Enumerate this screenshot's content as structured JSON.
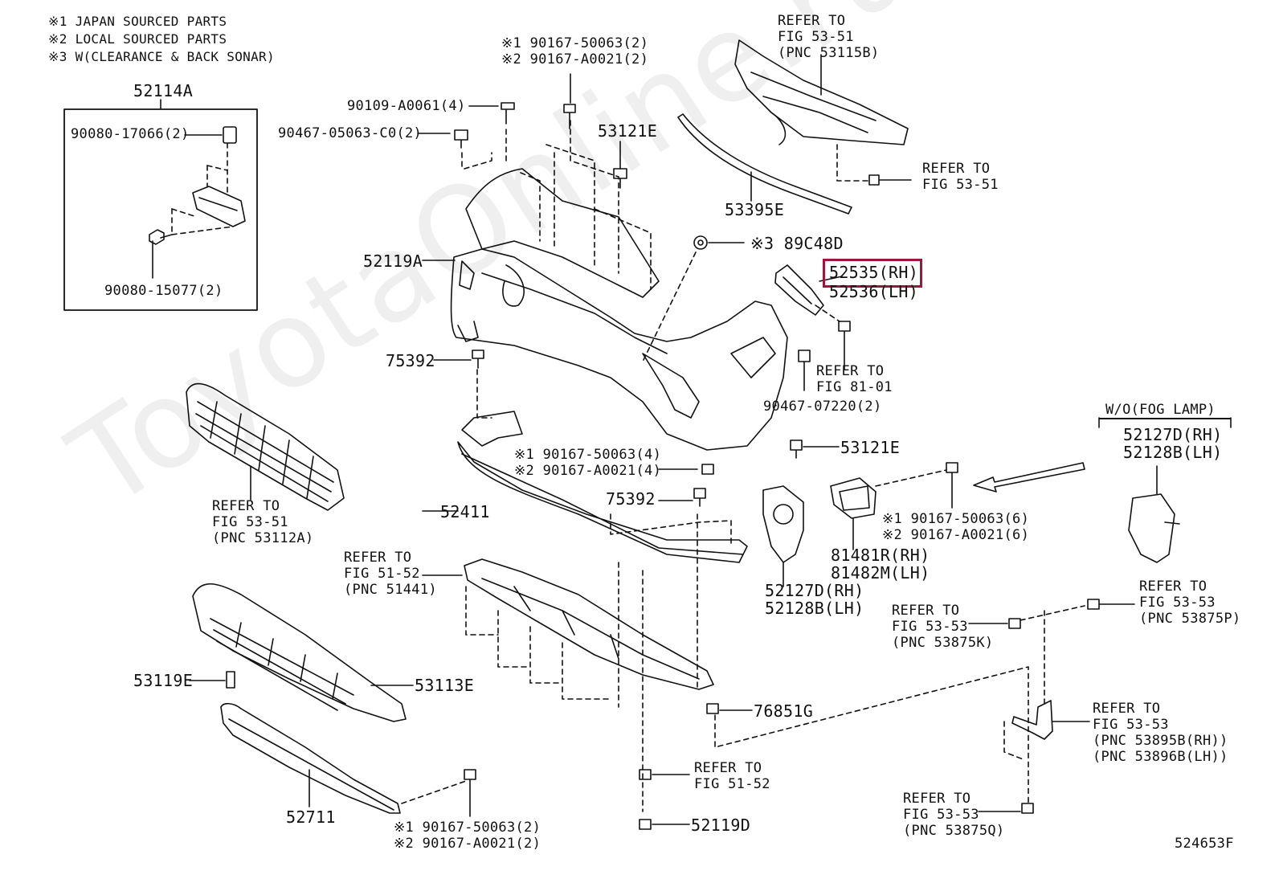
{
  "notes": {
    "n1": "※1 JAPAN SOURCED PARTS",
    "n2": "※2 LOCAL SOURCED PARTS",
    "n3": "※3 W(CLEARANCE & BACK SONAR)"
  },
  "inset": {
    "title": "52114A",
    "part_a": "90080-17066(2)",
    "part_b": "90080-15077(2)"
  },
  "labels": {
    "l_90167_top": "※1 90167-50063(2)\n※2 90167-A0021(2)",
    "l_90109": "90109-A0061(4)",
    "l_90467_05063": "90467-05063-C0(2)",
    "l_53121e_top": "53121E",
    "l_52119a": "52119A",
    "l_refer_5351_top": "REFER TO\nFIG 53-51\n(PNC 53115B)",
    "l_refer_5351_right": "REFER TO\nFIG 53-51",
    "l_53395e": "53395E",
    "l_89c48d": "※3 89C48D",
    "l_52535": "52535(RH)",
    "l_52536": "52536(LH)",
    "l_refer_8101": "REFER TO\nFIG 81-01",
    "l_90467_07220": "90467-07220(2)",
    "l_75392_a": "75392",
    "l_refer_5351_grille": "REFER TO\nFIG 53-51\n(PNC 53112A)",
    "l_90167_mid": "※1 90167-50063(4)\n※2 90167-A0021(4)",
    "l_75392_b": "75392",
    "l_52411": "52411",
    "l_53121e_mid": "53121E",
    "l_wo_fog": "W/O(FOG LAMP)",
    "l_52127d_box": "52127D(RH)\n52128B(LH)",
    "l_90167_right": "※1 90167-50063(6)\n※2 90167-A0021(6)",
    "l_81481": "81481R(RH)\n81482M(LH)",
    "l_52127d_mid": "52127D(RH)\n52128B(LH)",
    "l_refer_5152_a": "REFER TO\nFIG 51-52\n(PNC 51441)",
    "l_refer_5353_k": "REFER TO\nFIG 53-53\n(PNC 53875K)",
    "l_refer_5353_p": "REFER TO\nFIG 53-53\n(PNC 53875P)",
    "l_53119e": "53119E",
    "l_53113e": "53113E",
    "l_76851g": "76851G",
    "l_refer_5353_b": "REFER TO\nFIG 53-53\n(PNC 53895B(RH))\n(PNC 53896B(LH))",
    "l_refer_5152_b": "REFER TO\nFIG 51-52",
    "l_52711": "52711",
    "l_90167_bottom": "※1 90167-50063(2)\n※2 90167-A0021(2)",
    "l_52119d": "52119D",
    "l_refer_5353_q": "REFER TO\nFIG 53-53\n(PNC 53875Q)",
    "l_fig_no": "524653F"
  },
  "watermark": "ToyotaOnline.ru",
  "colors": {
    "highlight": "#a0163b",
    "line": "#111111"
  }
}
